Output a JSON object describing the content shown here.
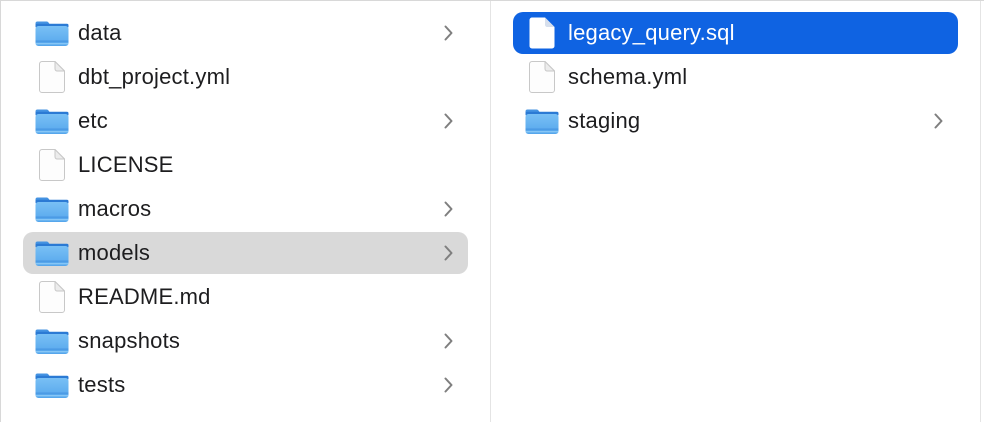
{
  "colors": {
    "background": "#ffffff",
    "border": "#d8d8d8",
    "divider": "#e4e4e4",
    "selection_active": "#0f63e2",
    "selection_inactive": "#d9d9d9",
    "text": "#1d1d1f",
    "text_selected": "#ffffff",
    "chevron": "#7f7f7f"
  },
  "icon_colors": {
    "folder_tab": "#4493e2",
    "folder_band": "#2b7ad4",
    "folder_body_light": "#79c0f5",
    "folder_body_dark": "#55a6ec",
    "folder_stripe": "#8ecbf7",
    "document_border": "#c8c8c8",
    "document_fill": "#fdfdfd",
    "document_fold": "#ececec",
    "document_selected_fill": "#ffffff",
    "document_selected_fold": "#d6dfed"
  },
  "columns": [
    {
      "name": "left",
      "items": [
        {
          "label": "data",
          "icon": "folder",
          "chevron": true,
          "selected": "none"
        },
        {
          "label": "dbt_project.yml",
          "icon": "document",
          "chevron": false,
          "selected": "none"
        },
        {
          "label": "etc",
          "icon": "folder",
          "chevron": true,
          "selected": "none"
        },
        {
          "label": "LICENSE",
          "icon": "document",
          "chevron": false,
          "selected": "none"
        },
        {
          "label": "macros",
          "icon": "folder",
          "chevron": true,
          "selected": "none"
        },
        {
          "label": "models",
          "icon": "folder",
          "chevron": true,
          "selected": "inactive"
        },
        {
          "label": "README.md",
          "icon": "document",
          "chevron": false,
          "selected": "none"
        },
        {
          "label": "snapshots",
          "icon": "folder",
          "chevron": true,
          "selected": "none"
        },
        {
          "label": "tests",
          "icon": "folder",
          "chevron": true,
          "selected": "none"
        }
      ]
    },
    {
      "name": "right",
      "items": [
        {
          "label": "legacy_query.sql",
          "icon": "document",
          "chevron": false,
          "selected": "active"
        },
        {
          "label": "schema.yml",
          "icon": "document",
          "chevron": false,
          "selected": "none"
        },
        {
          "label": "staging",
          "icon": "folder",
          "chevron": true,
          "selected": "none"
        }
      ]
    }
  ]
}
